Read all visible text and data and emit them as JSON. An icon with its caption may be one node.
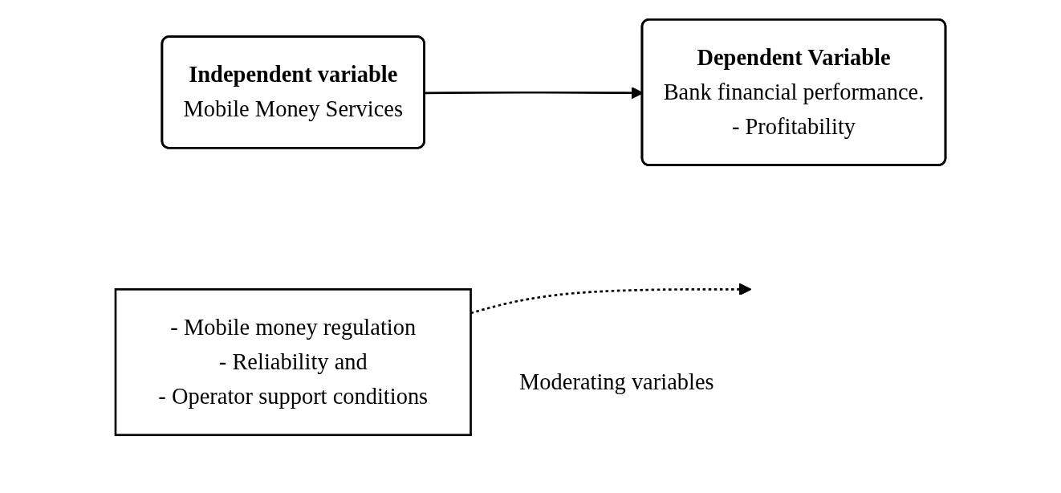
{
  "diagram": {
    "nodes": [
      {
        "text": [
          "Independent variable",
          "Mobile Money Services"
        ]
      },
      {
        "text": [
          "Dependent Variable",
          "Bank financial performance.",
          "- Profitability"
        ]
      },
      {
        "text": [
          "- Mobile money regulation",
          "- Reliability and",
          "- Operator support conditions"
        ],
        "beside": [
          "Moderating variables"
        ]
      }
    ],
    "edges": [
      {
        "from": 0,
        "to": 1,
        "arrow": "to"
      },
      {
        "from": 2,
        "to": null,
        "arrow": "to",
        "style": "dashed"
      }
    ]
  }
}
